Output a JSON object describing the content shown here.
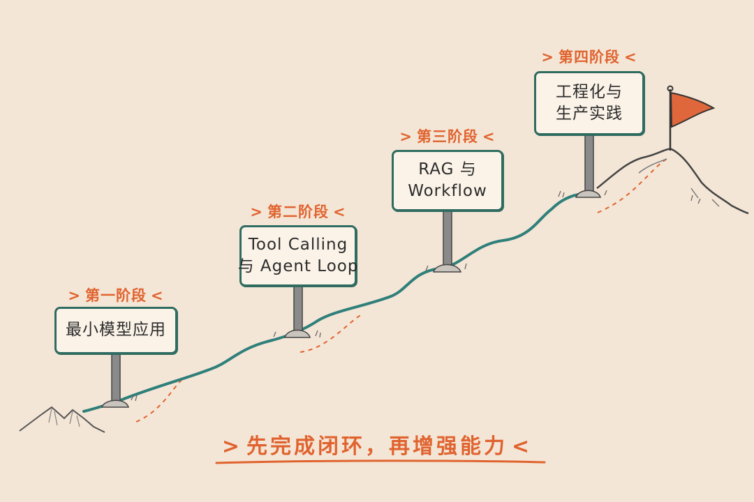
{
  "stages": [
    {
      "label": "第一阶段",
      "lines": [
        "最小模型应用"
      ]
    },
    {
      "label": "第二阶段",
      "lines": [
        "Tool Calling",
        "与 Agent Loop"
      ]
    },
    {
      "label": "第三阶段",
      "lines": [
        "RAG 与",
        "Workflow"
      ]
    },
    {
      "label": "第四阶段",
      "lines": [
        "工程化与",
        "生产实践"
      ]
    }
  ],
  "motto": "先完成闭环，再增强能力",
  "colors": {
    "background": "#f4e6d6",
    "path": "#2f7f7a",
    "accent": "#e0632f",
    "sign_border": "#2f6b60",
    "post": "#777777",
    "flag": "#e0673c"
  }
}
